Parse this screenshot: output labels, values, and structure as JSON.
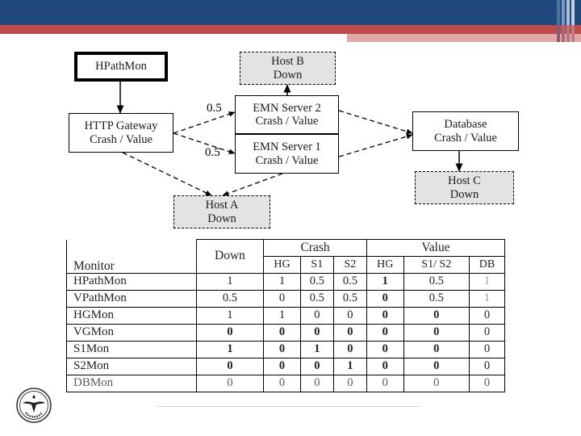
{
  "slide": {
    "header_colors": {
      "navy": "#21497e",
      "red": "#bd4b4b",
      "pink": "#e0a8a8"
    },
    "logo_alt": "university-seal"
  },
  "diagram": {
    "nodes": [
      {
        "id": "hpathmon",
        "line1": "HPathMon",
        "line2": "",
        "style": "thick"
      },
      {
        "id": "http_gw",
        "line1": "HTTP Gateway",
        "line2": "Crash / Value",
        "style": "plain"
      },
      {
        "id": "host_b",
        "line1": "Host B",
        "line2": "Down",
        "style": "shaded"
      },
      {
        "id": "emn2",
        "line1": "EMN Server 2",
        "line2": "Crash / Value",
        "style": "plain"
      },
      {
        "id": "emn1",
        "line1": "EMN Server 1",
        "line2": "Crash / Value",
        "style": "plain"
      },
      {
        "id": "database",
        "line1": "Database",
        "line2": "Crash / Value",
        "style": "plain"
      },
      {
        "id": "host_c",
        "line1": "Host C",
        "line2": "Down",
        "style": "shaded"
      },
      {
        "id": "host_a",
        "line1": "Host A",
        "line2": "Down",
        "style": "shaded"
      }
    ],
    "edge_labels": [
      {
        "id": "w-gw-emn2",
        "text": "0.5"
      },
      {
        "id": "w-gw-emn1",
        "text": "0.5"
      }
    ]
  },
  "table": {
    "group_headers": {
      "monitor": "Monitor",
      "down": "Down",
      "crash": "Crash",
      "value": "Value"
    },
    "sub_headers": {
      "crash": [
        "HG",
        "S1",
        "S2"
      ],
      "value": [
        "HG",
        "S1/ S2",
        "DB"
      ]
    },
    "rows": [
      {
        "name": "HPathMon",
        "down": "1",
        "crash": [
          "1",
          "0.5",
          "0.5"
        ],
        "value": [
          "1",
          "0.5",
          "1"
        ]
      },
      {
        "name": "VPathMon",
        "down": "0.5",
        "crash": [
          "0",
          "0.5",
          "0.5"
        ],
        "value": [
          "0",
          "0.5",
          "1"
        ]
      },
      {
        "name": "HGMon",
        "down": "1",
        "crash": [
          "1",
          "0",
          "0"
        ],
        "value": [
          "0",
          "0",
          "0"
        ]
      },
      {
        "name": "VGMon",
        "down": "0",
        "crash": [
          "0",
          "0",
          "0"
        ],
        "value": [
          "0",
          "0",
          "0"
        ]
      },
      {
        "name": "S1Mon",
        "down": "1",
        "crash": [
          "0",
          "1",
          "0"
        ],
        "value": [
          "0",
          "0",
          "0"
        ]
      },
      {
        "name": "S2Mon",
        "down": "0",
        "crash": [
          "0",
          "0",
          "1"
        ],
        "value": [
          "0",
          "0",
          "0"
        ]
      },
      {
        "name": "DBMon",
        "down": "0",
        "crash": [
          "0",
          "0",
          "0"
        ],
        "value": [
          "0",
          "0",
          "0"
        ]
      }
    ]
  }
}
